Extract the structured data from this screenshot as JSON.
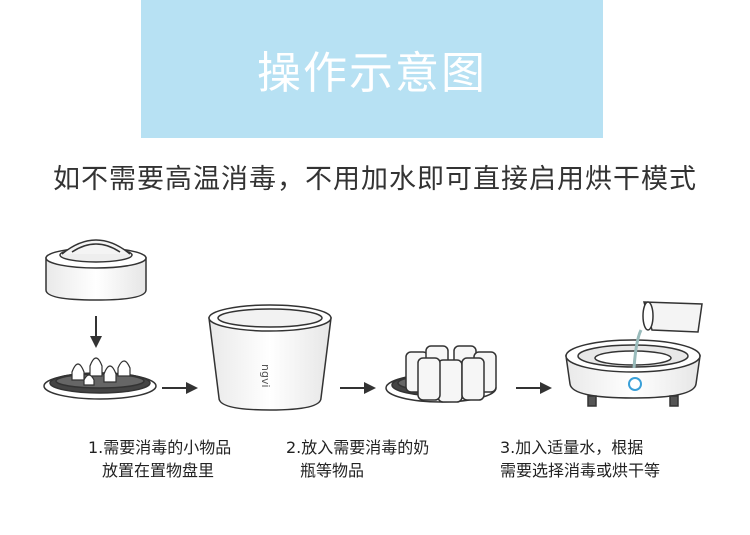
{
  "banner": {
    "title": "操作示意图"
  },
  "subtitle": "如不需要高温消毒，不用加水即可直接启用烘干模式",
  "device_logo": "ngvi",
  "steps": [
    {
      "line1": "1.需要消毒的小物品",
      "line2": "放置在置物盘里"
    },
    {
      "line1": "2.放入需要消毒的奶",
      "line2": "瓶等物品"
    },
    {
      "line1": "3.加入适量水，根据",
      "line2": "需要选择消毒或烘干等"
    }
  ],
  "colors": {
    "banner": "#b7e1f3",
    "line": "#333333",
    "accent_button": "#3aa0d8"
  }
}
